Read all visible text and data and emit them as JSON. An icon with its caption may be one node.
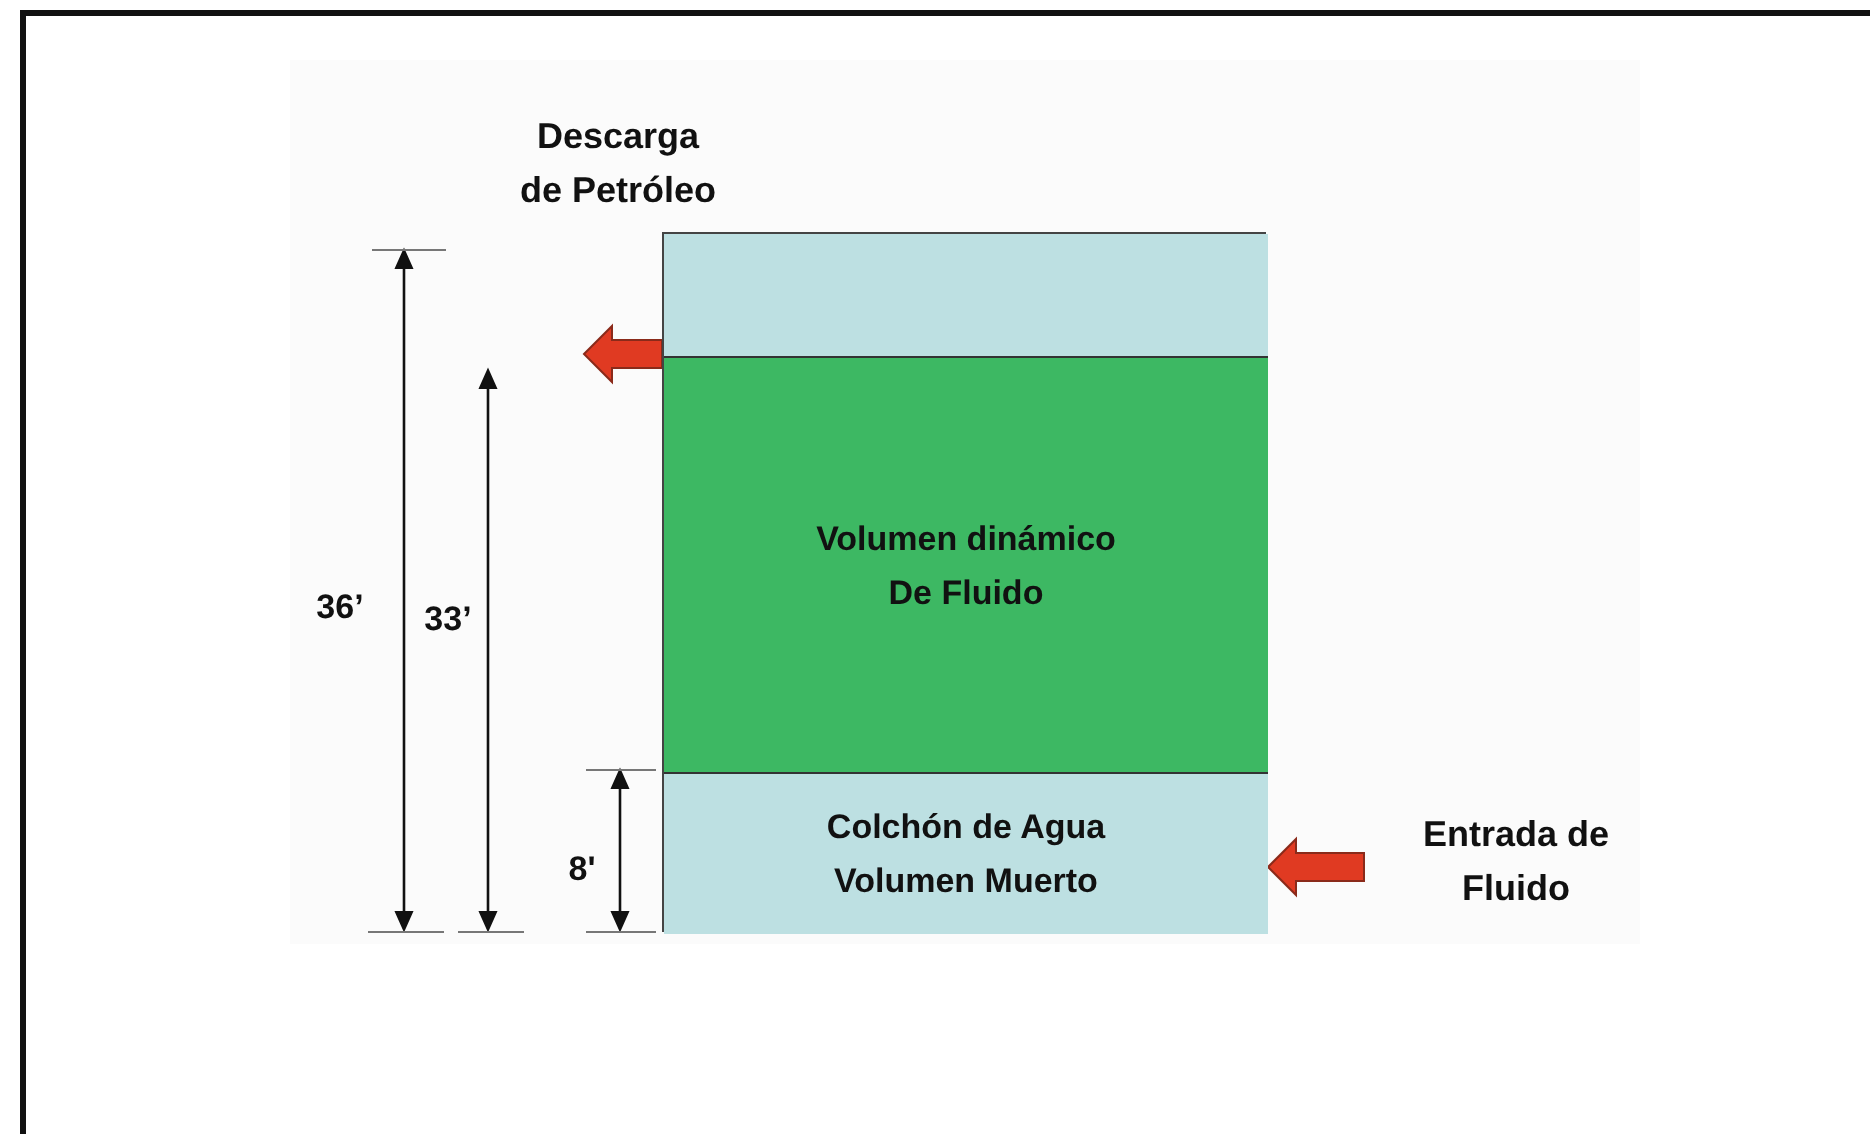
{
  "diagram": {
    "nodes": [
      {
        "text": [],
        "shape": "box"
      },
      {
        "text": [],
        "shape": "box",
        "in": 0
      },
      {
        "text": [
          "Volumen dinámico De Fluido"
        ],
        "in": 0
      },
      {
        "text": [
          "Colchón de Agua Volumen Muerto"
        ],
        "in": 0
      },
      {
        "text": [
          "Entrada de Fluido"
        ]
      }
    ],
    "edges": [
      {
        "from": 2,
        "to": null,
        "arrow": "to"
      },
      {
        "from": 4,
        "to": 3,
        "arrow": "to"
      }
    ],
    "labels": [
      "Descarga de Petróleo",
      "36’",
      "33’",
      "8'"
    ]
  }
}
